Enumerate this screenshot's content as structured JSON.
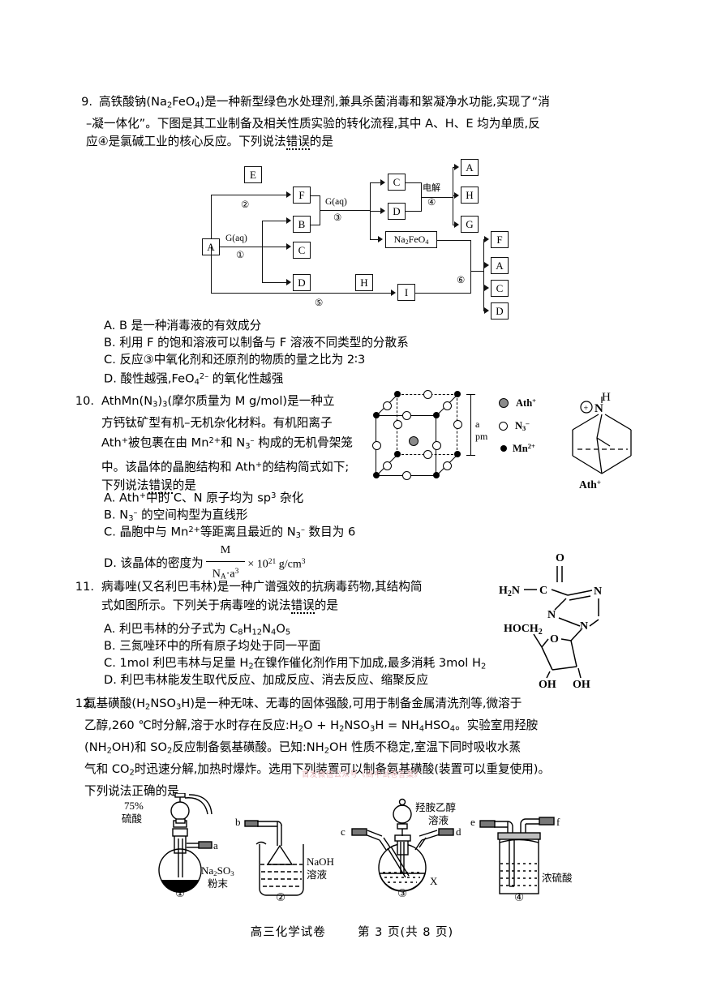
{
  "page": {
    "footer_subject": "高三化学试卷",
    "footer_pageinfo": "第 3 页(共 8 页)",
    "watermark": "首发微信公众号《高中试卷答案》"
  },
  "questions": [
    {
      "number": "9.",
      "stem_lines": [
        "高铁酸钠(Na2FeO4)是一种新型绿色水处理剂,兼具杀菌消毒和絮凝净水功能,实现了“消",
        "–凝一体化”。下图是其工业制备及相关性质实验的转化流程,其中 A、H、E 均为单质,反",
        "应④是氯碱工业的核心反应。下列说法错误的是"
      ],
      "options": [
        "A. B 是一种消毒液的有效成分",
        "B. 利用 F 的饱和溶液可以制备与 F 溶液不同类型的分散系",
        "C. 反应③中氧化剂和还原剂的物质的量之比为 2∶3",
        "D. 酸性越强,FeO4 2- 的氧化性越强"
      ]
    },
    {
      "number": "10.",
      "stem_lines": [
        "AthMn(N3)3(摩尔质量为 M g/mol)是一种立",
        "方钙钛矿型有机–无机杂化材料。有机阳离子",
        "Ath+被包裹在由 Mn2+和 N3- 构成的无机骨架笼",
        "中。该晶体的晶胞结构和 Ath+的结构简式如下;",
        "下列说法错误的是"
      ],
      "options": [
        "A. Ath+中的 C、N 原子均为 sp3 杂化",
        "B. N3- 的空间构型为直线形",
        "C. 晶胞中与 Mn2+等距离且最近的 N3- 数目为 6",
        "D. 该晶体的密度为"
      ],
      "density_numerator": "M",
      "density_denominator": "NA·a3",
      "density_tail": "× 1021 g/cm3"
    },
    {
      "number": "11.",
      "stem_lines": [
        "病毒唑(又名利巴韦林)是一种广谱强效的抗病毒药物,其结构简",
        "式如图所示。下列关于病毒唑的说法错误的是"
      ],
      "options": [
        "A. 利巴韦林的分子式为 C8H12N4O5",
        "B. 三氮唑环中的所有原子均处于同一平面",
        "C. 1mol 利巴韦林与足量 H2在镍作催化剂作用下加成,最多消耗 3mol H2",
        "D. 利巴韦林能发生取代反应、加成反应、消去反应、缩聚反应"
      ]
    },
    {
      "number": "12.",
      "stem_lines": [
        "氨基磺酸(H2NSO3H)是一种无味、无毒的固体强酸,可用于制备金属清洗剂等,微溶于",
        "乙醇,260 ℃时分解,溶于水时存在反应:H2O + H2NSO3H = NH4HSO4。实验室用羟胺",
        "(NH2OH)和 SO2反应制备氨基磺酸。已知:NH2OH 性质不稳定,室温下同时吸收水蒸",
        "气和 CO2时迅速分解,加热时爆炸。选用下列装置可以制备氨基磺酸(装置可以重复使用)。",
        "下列说法正确的是"
      ]
    }
  ],
  "flowchart": {
    "boxes": [
      {
        "id": "A",
        "label": "A"
      },
      {
        "id": "E",
        "label": "E"
      },
      {
        "id": "F1",
        "label": "F"
      },
      {
        "id": "B",
        "label": "B"
      },
      {
        "id": "C1",
        "label": "C"
      },
      {
        "id": "D1",
        "label": "D"
      },
      {
        "id": "C2",
        "label": "C"
      },
      {
        "id": "D2",
        "label": "D"
      },
      {
        "id": "NFO",
        "label": "Na2FeO4"
      },
      {
        "id": "H1",
        "label": "H"
      },
      {
        "id": "I",
        "label": "I"
      },
      {
        "id": "A2",
        "label": "A"
      },
      {
        "id": "H2",
        "label": "H"
      },
      {
        "id": "G",
        "label": "G"
      },
      {
        "id": "F2",
        "label": "F"
      },
      {
        "id": "A3",
        "label": "A"
      },
      {
        "id": "C3",
        "label": "C"
      },
      {
        "id": "D3",
        "label": "D"
      }
    ],
    "labels": {
      "g_aq_1": "G(aq)",
      "step1": "①",
      "step2": "②",
      "g_aq_3": "G(aq)",
      "step3": "③",
      "electrolysis": "电解",
      "step4": "④",
      "step5": "⑤",
      "step6": "⑥"
    }
  },
  "crystal": {
    "axis_label": "a pm",
    "legend": [
      {
        "sym": "Ath+",
        "kind": "grey-circle"
      },
      {
        "sym": "N3-",
        "kind": "open-circle"
      },
      {
        "sym": "Mn2+",
        "kind": "filled-circle"
      }
    ],
    "cation_name": "Ath+",
    "cation_n": "N",
    "cation_h": "H",
    "cation_charge": "+"
  },
  "ribavirin": {
    "atoms": [
      "O",
      "H2N",
      "C",
      "N",
      "N",
      "N",
      "HOCH2",
      "O",
      "OH",
      "OH"
    ]
  },
  "apparatus": [
    {
      "id": "1",
      "numeral": "①",
      "labels": [
        {
          "text": "75%",
          "kind": "en"
        },
        {
          "text": "硫酸",
          "kind": "cjk"
        },
        {
          "text": "a",
          "kind": "en"
        },
        {
          "text": "Na2SO3",
          "kind": "en"
        },
        {
          "text": "粉末",
          "kind": "cjk"
        }
      ]
    },
    {
      "id": "2",
      "numeral": "②",
      "labels": [
        {
          "text": "b",
          "kind": "en"
        },
        {
          "text": "NaOH",
          "kind": "en"
        },
        {
          "text": "溶液",
          "kind": "cjk"
        }
      ]
    },
    {
      "id": "3",
      "numeral": "③",
      "labels": [
        {
          "text": "羟胺乙醇",
          "kind": "cjk"
        },
        {
          "text": "溶液",
          "kind": "cjk"
        },
        {
          "text": "c",
          "kind": "en"
        },
        {
          "text": "d",
          "kind": "en"
        },
        {
          "text": "X",
          "kind": "en"
        }
      ]
    },
    {
      "id": "4",
      "numeral": "④",
      "labels": [
        {
          "text": "e",
          "kind": "en"
        },
        {
          "text": "f",
          "kind": "en"
        },
        {
          "text": "浓硫酸",
          "kind": "cjk"
        }
      ]
    }
  ]
}
